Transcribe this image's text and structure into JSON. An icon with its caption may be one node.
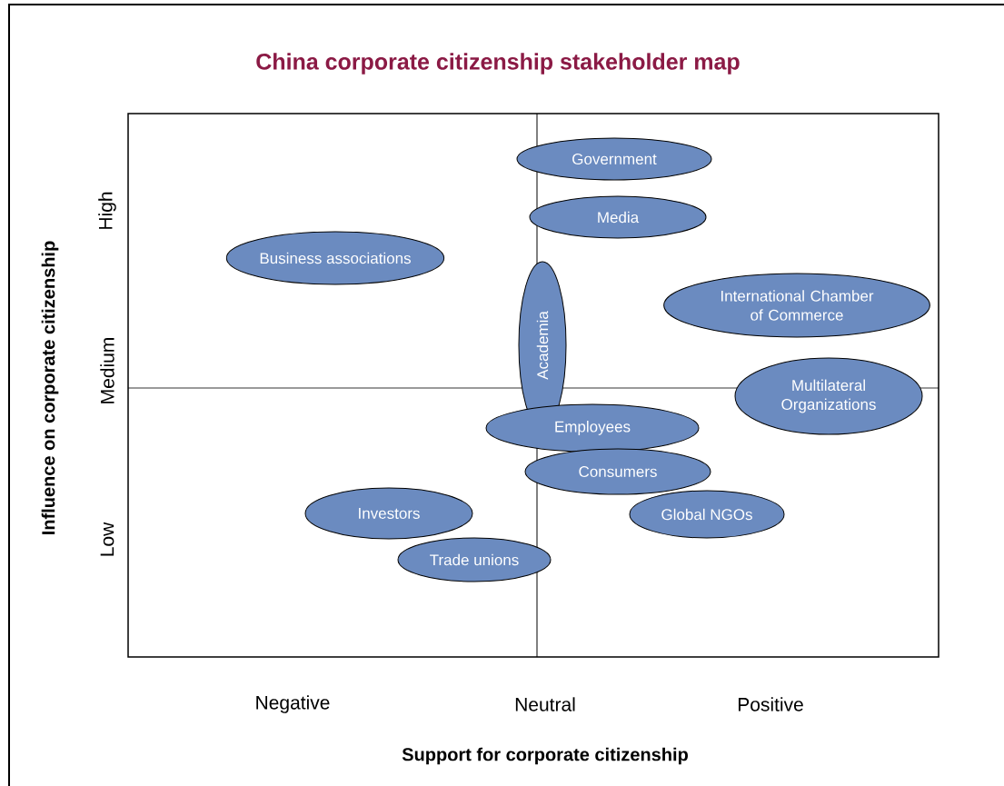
{
  "diagram": {
    "title": "China corporate citizenship stakeholder map",
    "nodes": [
      {
        "text": [
          "Government"
        ]
      },
      {
        "text": [
          "Media"
        ]
      },
      {
        "text": [
          "Business associations"
        ]
      },
      {
        "text": [
          "Academia"
        ]
      },
      {
        "text": [
          "International Chamber of Commerce"
        ]
      },
      {
        "text": [
          "Multilateral Organizations"
        ]
      },
      {
        "text": [
          "Employees"
        ]
      },
      {
        "text": [
          "Consumers"
        ]
      },
      {
        "text": [
          "Global NGOs"
        ]
      },
      {
        "text": [
          "Investors"
        ]
      },
      {
        "text": [
          "Trade unions"
        ]
      }
    ],
    "labels": [
      "Influence on corporate citizenship",
      "High",
      "Medium",
      "Low",
      "Negative",
      "Neutral",
      "Positive",
      "Support for corporate citizenship"
    ]
  }
}
